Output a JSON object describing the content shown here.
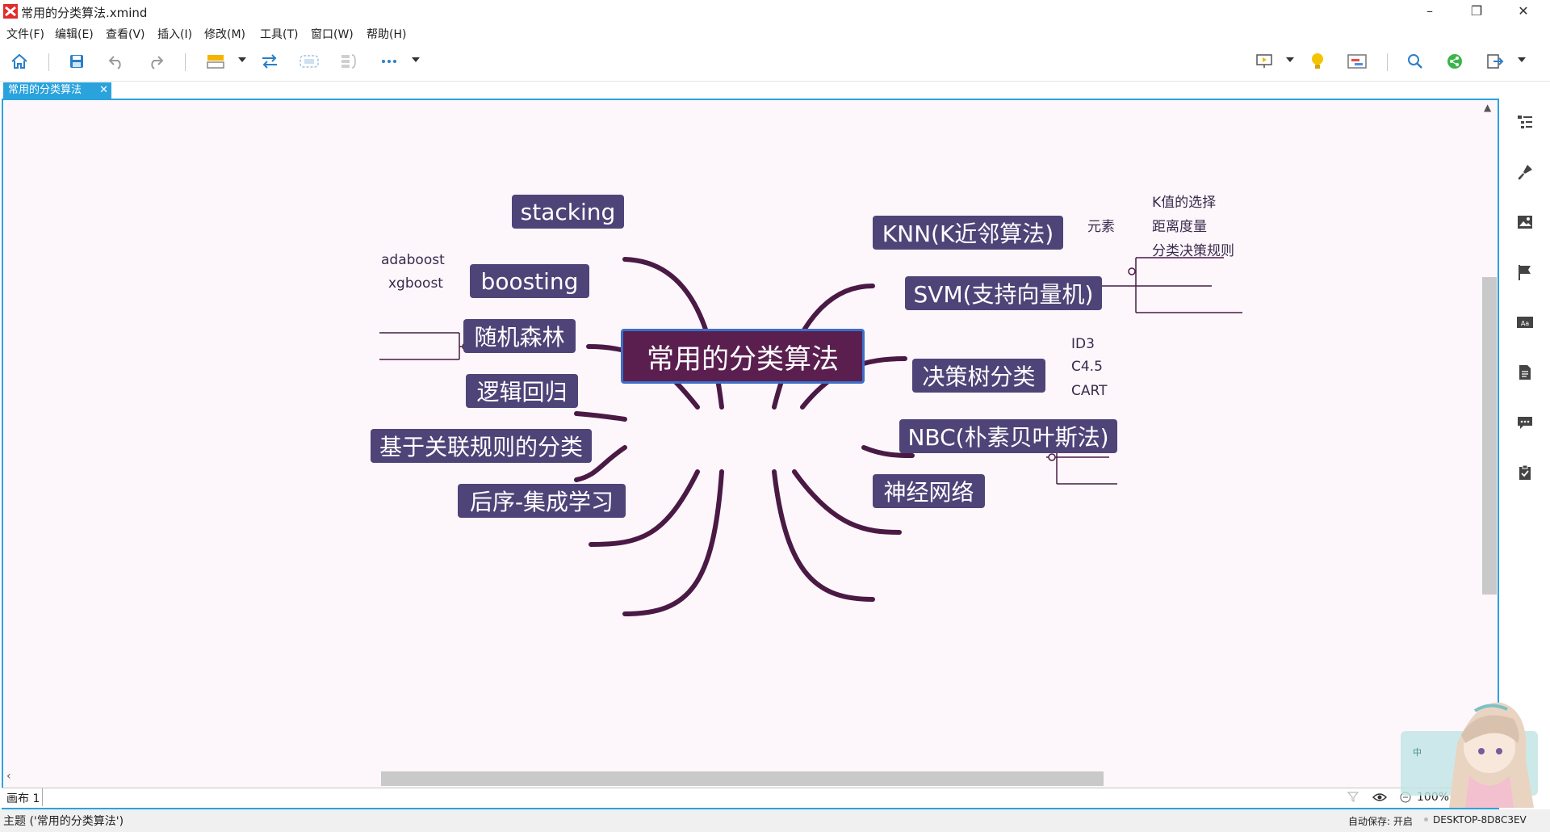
{
  "window": {
    "title": "常用的分类算法.xmind",
    "controls": {
      "minimize": "–",
      "restore": "❐",
      "close": "✕"
    }
  },
  "menu": [
    "文件(F)",
    "编辑(E)",
    "查看(V)",
    "插入(I)",
    "修改(M)",
    "工具(T)",
    "窗口(W)",
    "帮助(H)"
  ],
  "tab": {
    "label": "常用的分类算法",
    "close": "✕"
  },
  "mindmap": {
    "central": "常用的分类算法",
    "left_topics": [
      "stacking",
      "boosting",
      "随机森林",
      "逻辑回归",
      "基于关联规则的分类",
      "后序-集成学习"
    ],
    "boosting_subtopics": [
      "adaboost",
      "xgboost"
    ],
    "right_topics": [
      "KNN(K近邻算法)",
      "SVM(支持向量机)",
      "决策树分类",
      "NBC(朴素贝叶斯法)",
      "神经网络"
    ],
    "knn_label": "元素",
    "knn_subtopics": [
      "K值的选择",
      "距离度量",
      "分类决策规则"
    ],
    "tree_subtopics": [
      "ID3",
      "C4.5",
      "CART"
    ]
  },
  "sheetbar": {
    "sheet_name": "画布 1",
    "zoom": "100%"
  },
  "statusbar": {
    "left": "主题 ('常用的分类算法')",
    "autosave": "自动保存: 开启",
    "host": "DESKTOP-8D8C3EV"
  },
  "colors": {
    "accent": "#2aa3dd",
    "topic": "#4f4478",
    "central": "#5a1f4f",
    "branch": "#4a1a45",
    "canvas": "#fdf7fc"
  },
  "icons": {
    "toolbar": [
      "home-icon",
      "save-icon",
      "undo-icon",
      "redo-icon",
      "topic-style-icon",
      "relationship-icon",
      "boundary-icon",
      "summary-icon",
      "more-icon",
      "presentation-icon",
      "idea-icon",
      "gantt-icon",
      "search-icon",
      "share-icon",
      "export-icon"
    ],
    "right_panel": [
      "outline-icon",
      "format-icon",
      "image-icon",
      "marker-icon",
      "text-style-icon",
      "notes-icon",
      "comment-icon",
      "task-icon"
    ]
  }
}
